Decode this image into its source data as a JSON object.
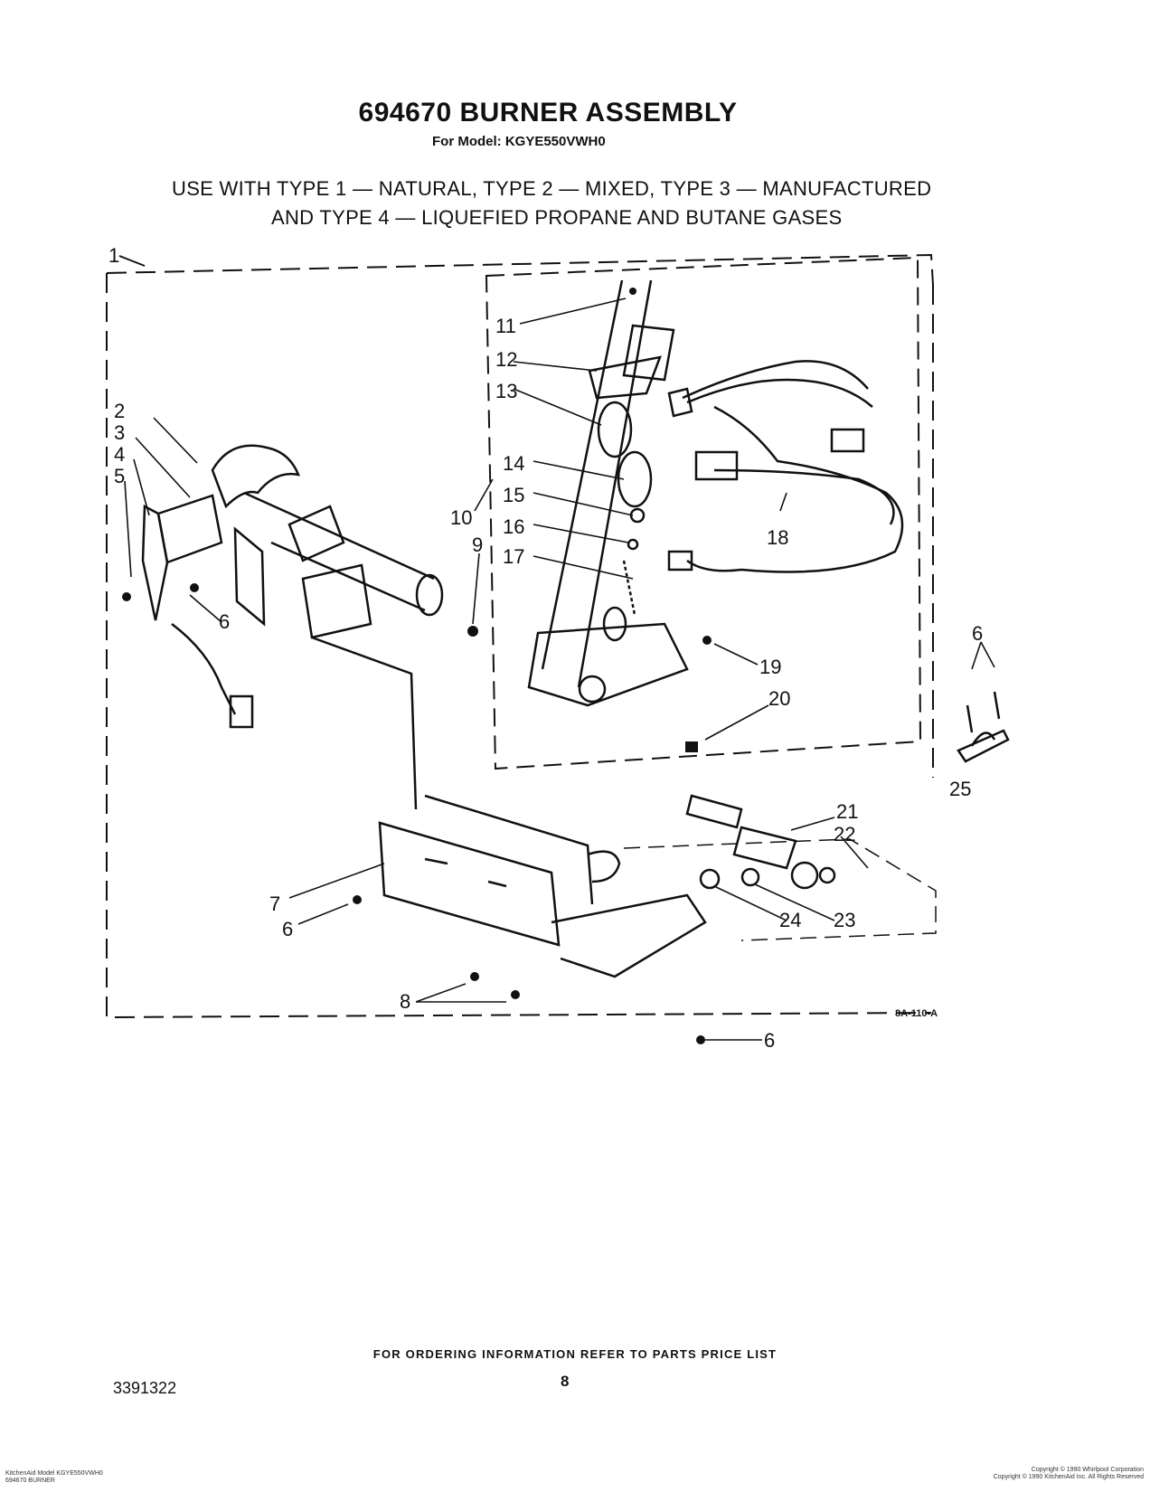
{
  "header": {
    "title": "694670 BURNER ASSEMBLY",
    "model": "For Model: KGYE550VWH0",
    "use_line1": "USE WITH TYPE 1 — NATURAL, TYPE 2 — MIXED, TYPE 3 — MANUFACTURED",
    "use_line2": "AND TYPE 4 — LIQUEFIED PROPANE AND BUTANE GASES"
  },
  "diagram": {
    "reference_code": "8A-110-A",
    "callouts": [
      "1",
      "2",
      "3",
      "4",
      "5",
      "6",
      "6",
      "6",
      "6",
      "7",
      "8",
      "9",
      "10",
      "11",
      "12",
      "13",
      "14",
      "15",
      "16",
      "17",
      "18",
      "19",
      "20",
      "21",
      "22",
      "23",
      "24",
      "25"
    ]
  },
  "footer": {
    "ordering_note": "FOR ORDERING INFORMATION REFER TO PARTS PRICE LIST",
    "part_number": "3391322",
    "page_number": "8",
    "fine_print_left": [
      "KitchenAid Model KGYE550VWH0",
      "694670 BURNER"
    ],
    "fine_print_right": [
      "Copyright © 1990 Whirlpool Corporation",
      "Copyright © 1990 KitchenAid Inc. All Rights Reserved"
    ]
  }
}
